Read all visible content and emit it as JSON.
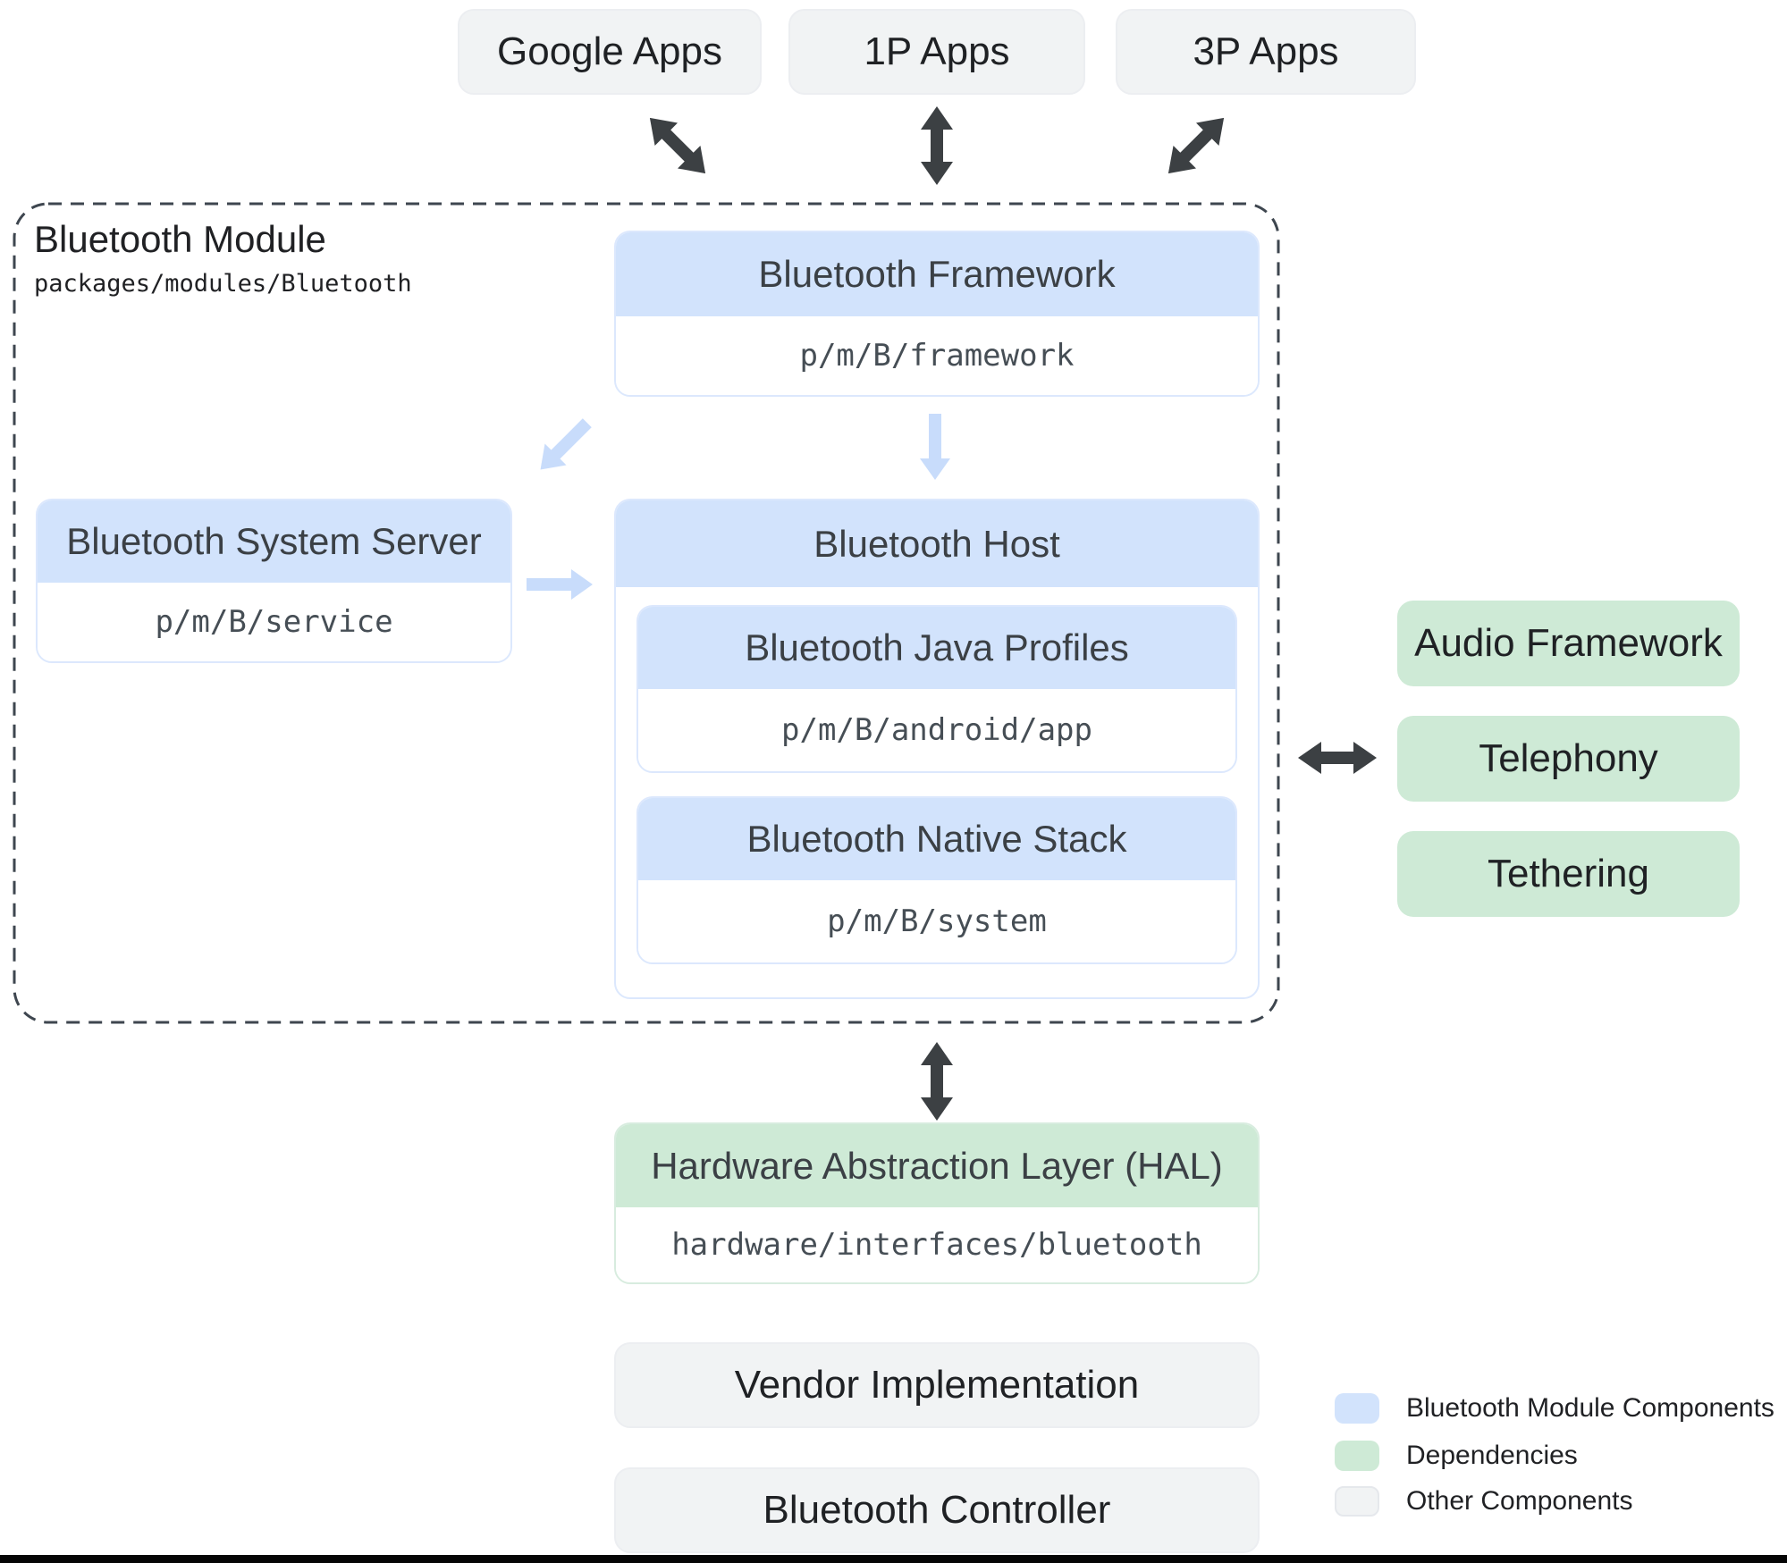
{
  "top_apps": [
    {
      "label": "Google Apps"
    },
    {
      "label": "1P Apps"
    },
    {
      "label": "3P Apps"
    }
  ],
  "module": {
    "title": "Bluetooth Module",
    "path": "packages/modules/Bluetooth",
    "framework": {
      "title": "Bluetooth Framework",
      "path": "p/m/B/framework"
    },
    "system_server": {
      "title": "Bluetooth System Server",
      "path": "p/m/B/service"
    },
    "host": {
      "title": "Bluetooth Host",
      "children": [
        {
          "title": "Bluetooth Java Profiles",
          "path": "p/m/B/android/app"
        },
        {
          "title": "Bluetooth Native Stack",
          "path": "p/m/B/system"
        }
      ]
    }
  },
  "dependencies": [
    {
      "label": "Audio Framework"
    },
    {
      "label": "Telephony"
    },
    {
      "label": "Tethering"
    }
  ],
  "hal": {
    "title": "Hardware Abstraction Layer (HAL)",
    "path": "hardware/interfaces/bluetooth"
  },
  "other_components": [
    {
      "label": "Vendor Implementation"
    },
    {
      "label": "Bluetooth Controller"
    }
  ],
  "legend": [
    {
      "label": "Bluetooth Module Components",
      "color": "#d2e3fc"
    },
    {
      "label": "Dependencies",
      "color": "#ceead6"
    },
    {
      "label": "Other Components",
      "color": "#f1f3f4"
    }
  ],
  "colors": {
    "module_component": "#d2e3fc",
    "dependency": "#ceead6",
    "other_component": "#f1f3f4",
    "dark_arrow": "#3c4043",
    "light_arrow": "#c8dcfb"
  }
}
